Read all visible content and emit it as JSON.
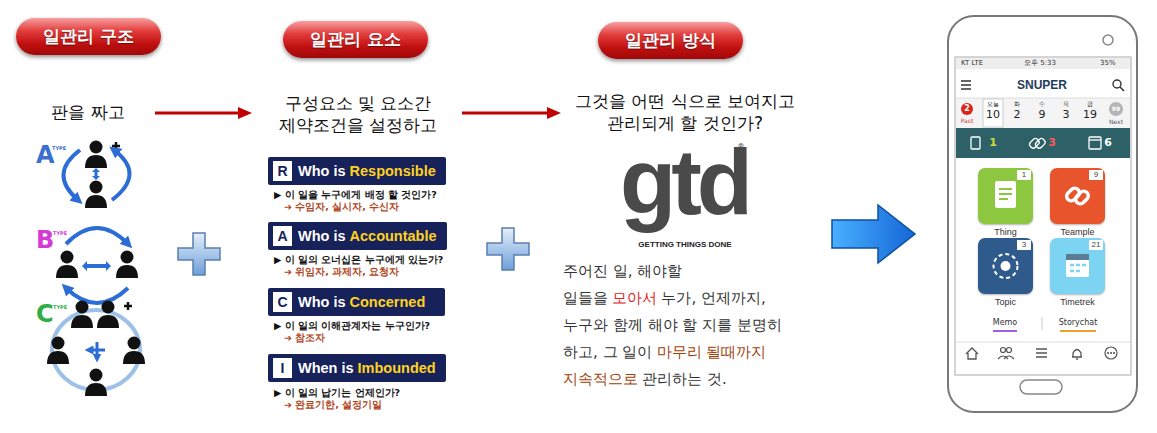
{
  "diagram": {
    "nodes": [
      {
        "text": [
          "일관리 구조"
        ]
      },
      {
        "text": [
          "일관리 요소"
        ]
      },
      {
        "text": [
          "일관리 방식"
        ]
      },
      {
        "text": [
          "R",
          "Who is",
          "Responsible"
        ]
      },
      {
        "text": [
          "A",
          "Who is",
          "Accountable"
        ]
      },
      {
        "text": [
          "C",
          "Who is",
          "Concerned"
        ]
      },
      {
        "text": [
          "I",
          "When is",
          "Imbounded"
        ]
      },
      {
        "text": [
          "1",
          "Thing"
        ]
      },
      {
        "text": [
          "9",
          "Teample"
        ]
      },
      {
        "text": [
          "3",
          "Topic"
        ]
      },
      {
        "text": [
          "21",
          "Timetrek"
        ]
      }
    ],
    "labels": [
      "판을 짜고",
      "A",
      "TYPE",
      "B",
      "TYPE",
      "C",
      "TYPE",
      "구성요소 및 요소간 제약조건을 설정하고",
      "▶ 이 일을 누구에게 배정 할 것인가?",
      "➔ 수임자, 실시자, 수신자",
      "▶ 이 일의 오너십은 누구에게 있는가?",
      "➔ 위임자, 과제자, 요청자",
      "▶ 이 일의 이해관계자는 누구인가?",
      "➔ 참조자",
      "▶ 이 일의 납기는 언제인가?",
      "➔ 완료기한, 설정기일",
      "그것을 어떤 식으로 보여지고 관리되게 할 것인가?",
      "gtd",
      "®",
      "GETTING THINGS DONE",
      "주어진 일, 해야할 일들을",
      "모아서",
      "누가, 언제까지, 누구와 함께 해야 할 지를 분명히 하고, 그 일이",
      "마무리 될때까지 지속적으로",
      "관리하는 것.",
      "KT LTE",
      "오후 5:33",
      "35%",
      "SNUPER",
      "2",
      "Past",
      "오늘",
      "10",
      "화",
      "2",
      "수",
      "9",
      "목",
      "3",
      "금",
      "19",
      "99",
      "Next",
      "1",
      "3",
      "6",
      "Memo",
      "Storychat"
    ]
  }
}
